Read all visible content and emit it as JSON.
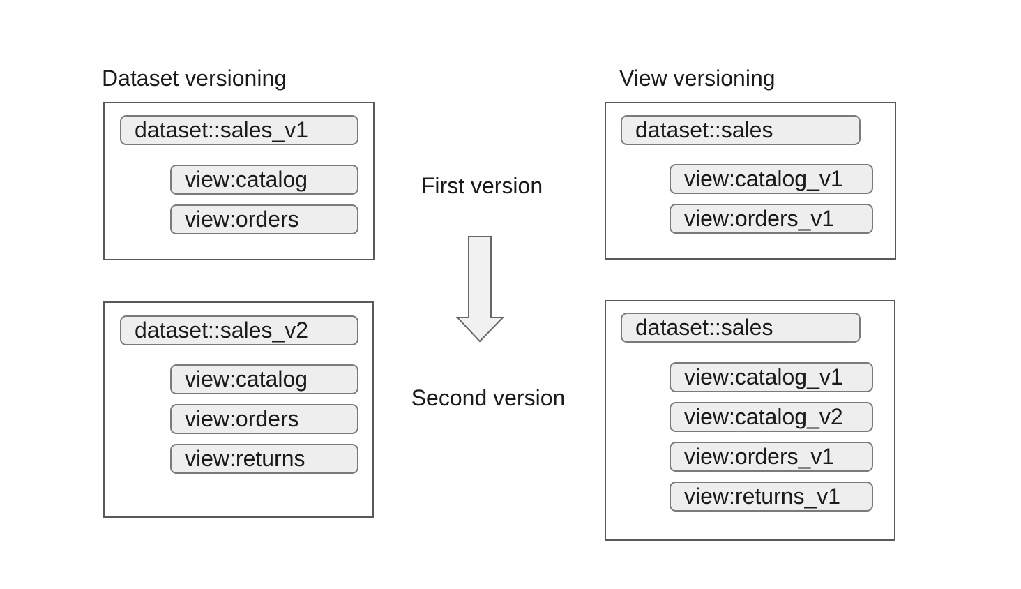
{
  "diagram": {
    "left_panel": {
      "title": "Dataset versioning",
      "first_version_box": {
        "dataset_label": "dataset::sales_v1",
        "views": [
          "view:catalog",
          "view:orders"
        ]
      },
      "second_version_box": {
        "dataset_label": "dataset::sales_v2",
        "views": [
          "view:catalog",
          "view:orders",
          "view:returns"
        ]
      }
    },
    "right_panel": {
      "title": "View versioning",
      "first_version_box": {
        "dataset_label": "dataset::sales",
        "views": [
          "view:catalog_v1",
          "view:orders_v1"
        ]
      },
      "second_version_box": {
        "dataset_label": "dataset::sales",
        "views": [
          "view:catalog_v1",
          "view:catalog_v2",
          "view:orders_v1",
          "view:returns_v1"
        ]
      }
    },
    "center": {
      "first_label": "First version",
      "second_label": "Second version",
      "arrow_icon": "down-block-arrow"
    },
    "colors": {
      "background": "#ffffff",
      "text": "#1a1a1a",
      "box_border": "#595959",
      "pill_fill": "#eeeeee",
      "pill_border": "#7a7a7a",
      "arrow_fill": "#f1f1f1",
      "arrow_stroke": "#666666"
    }
  }
}
